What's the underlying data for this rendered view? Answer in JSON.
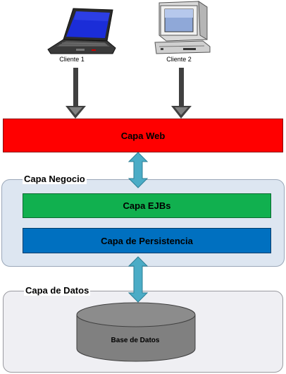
{
  "clients": [
    {
      "label": "Cliente 1",
      "icon": "laptop-icon"
    },
    {
      "label": "Cliente 2",
      "icon": "desktop-computer-icon"
    }
  ],
  "web_layer": {
    "label": "Capa Web",
    "color": "#ff0000",
    "border": "#8b0000",
    "text_color": "#000000"
  },
  "business_group": {
    "title": "Capa Negocio",
    "background": "#dde6f1",
    "layers": [
      {
        "label": "Capa EJBs",
        "color": "#11b04f",
        "border": "#0a6a30"
      },
      {
        "label": "Capa de Persistencia",
        "color": "#0070c0",
        "border": "#003d6b"
      }
    ]
  },
  "data_group": {
    "title": "Capa de Datos",
    "background": "#efeff3",
    "database": {
      "label": "Base de Datos",
      "icon": "database-cylinder-icon",
      "color": "#808080"
    }
  },
  "connector_color": "#4bacc6"
}
